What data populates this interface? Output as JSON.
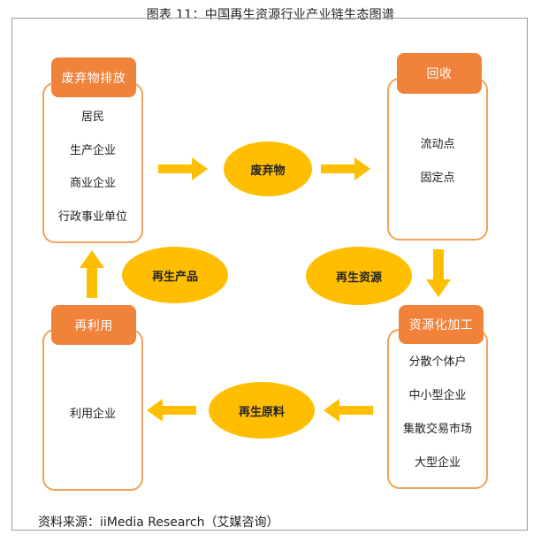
{
  "title": "图表 11：中国再生资源行业产业链生态图谱",
  "source": "资料来源：iiMedia Research（艾媒咨询）",
  "colors": {
    "tag_orange": "#f0823a",
    "box_border": "#f2a25a",
    "ellipse_yellow": "#ffbf00",
    "arrow_yellow": "#ffbf00"
  },
  "nodes": {
    "waste_discharge": {
      "label": "废弃物排放",
      "items": [
        "居民",
        "生产企业",
        "商业企业",
        "行政事业单位"
      ]
    },
    "recycle": {
      "label": "回收",
      "items": [
        "流动点",
        "固定点"
      ]
    },
    "reuse": {
      "label": "再利用",
      "items": [
        "利用企业"
      ]
    },
    "processing": {
      "label": "资源化加工",
      "items": [
        "分散个体户",
        "中小型企业",
        "集散交易市场",
        "大型企业"
      ]
    }
  },
  "flows": {
    "waste": "废弃物",
    "renewable_resource": "再生资源",
    "renewable_material": "再生原料",
    "renewable_product": "再生产品"
  }
}
